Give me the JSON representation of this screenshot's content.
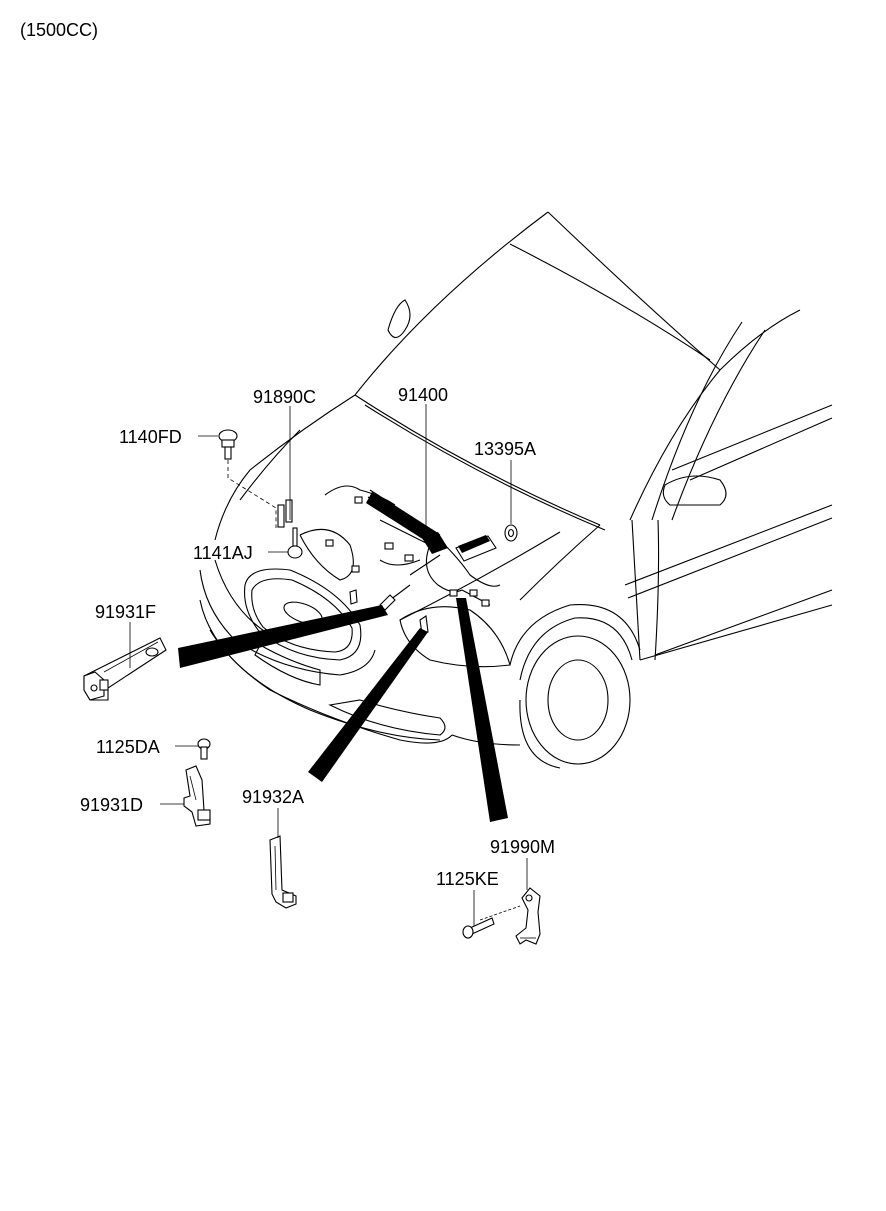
{
  "header": {
    "engine_variant": "(1500CC)"
  },
  "diagram": {
    "subject": "front-wiring-harness-engine-compartment",
    "callouts": [
      {
        "id": "91890C",
        "label": "91890C"
      },
      {
        "id": "91400",
        "label": "91400"
      },
      {
        "id": "1140FD",
        "label": "1140FD"
      },
      {
        "id": "13395A",
        "label": "13395A"
      },
      {
        "id": "1141AJ",
        "label": "1141AJ"
      },
      {
        "id": "91931F",
        "label": "91931F"
      },
      {
        "id": "1125DA",
        "label": "1125DA"
      },
      {
        "id": "91931D",
        "label": "91931D"
      },
      {
        "id": "91932A",
        "label": "91932A"
      },
      {
        "id": "91990M",
        "label": "91990M"
      },
      {
        "id": "1125KE",
        "label": "1125KE"
      }
    ]
  }
}
